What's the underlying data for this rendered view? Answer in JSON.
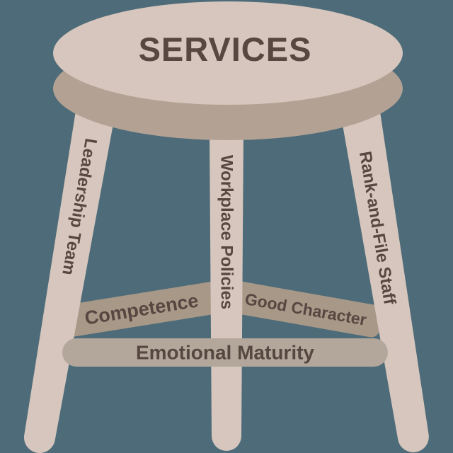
{
  "colors": {
    "background": "#4d6b78",
    "wood_light": "#d6c6bd",
    "wood_side": "#b3a294",
    "bar_dark": "#a79888",
    "bar_light": "#b3a79b",
    "text": "#564741"
  },
  "stool": {
    "seat_label": "SERVICES",
    "legs": [
      {
        "label": "Leadership Team"
      },
      {
        "label": "Workplace Policies"
      },
      {
        "label": "Rank-and-File Staff"
      }
    ],
    "crossbars": [
      {
        "label": "Competence"
      },
      {
        "label": "Good Character"
      },
      {
        "label": "Emotional Maturity"
      }
    ]
  }
}
